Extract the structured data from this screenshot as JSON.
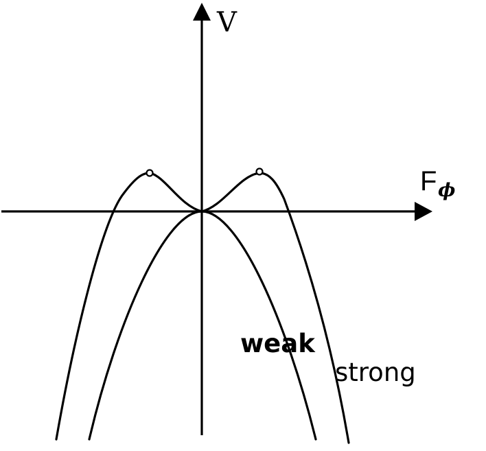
{
  "axes": {
    "y_label": "V",
    "x_label": "F",
    "x_label_subscript": "ϕ"
  },
  "curves": {
    "weak_label": "weak",
    "strong_label": "strong"
  }
}
